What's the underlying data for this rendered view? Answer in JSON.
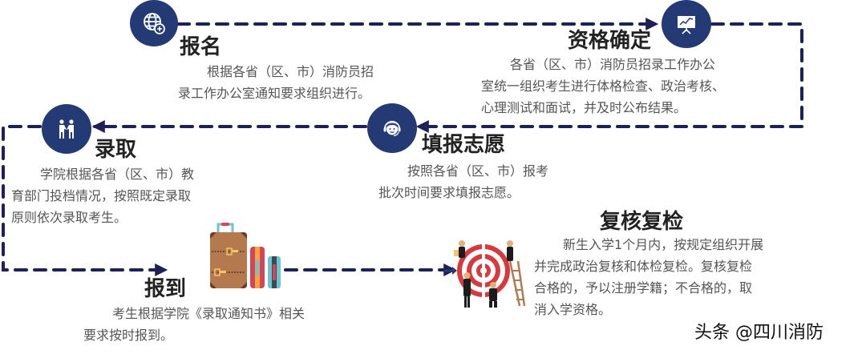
{
  "colors": {
    "navy": "#243a75",
    "dash": "#1f2057",
    "title": "#222222",
    "body_text": "#555555"
  },
  "steps": [
    {
      "id": "registration",
      "title": "报名",
      "icon": "globe-plus-icon",
      "lines": [
        "根据各省（区、市）消防员招",
        "录工作办公室通知要求组织进行。"
      ]
    },
    {
      "id": "qualification",
      "title": "资格确定",
      "icon": "presentation-chart-icon",
      "lines": [
        "各省（区、市）消防员招录工作办公",
        "室统一组织考生进行体格检查、政治考核、",
        "心理测试和面试，并及时公布结果。"
      ]
    },
    {
      "id": "application",
      "title": "填报志愿",
      "icon": "headset-person-icon",
      "lines": [
        "按照各省（区、市）报考",
        "批次时间要求填报志愿。"
      ]
    },
    {
      "id": "admission",
      "title": "录取",
      "icon": "handshake-icon",
      "lines": [
        "学院根据各省（区、市）教",
        "育部门投档情况，按照既定录取",
        "原则依次录取考生。"
      ]
    },
    {
      "id": "report",
      "title": "报到",
      "icon": "luggage-icon",
      "lines": [
        "考生根据学院《录取通知书》相关",
        "要求按时报到。"
      ]
    },
    {
      "id": "recheck",
      "title": "复核复检",
      "icon": "target-team-icon",
      "lines": [
        "新生入学1个月内，按规定组织开展",
        "并完成政治复核和体检复检。复核复检",
        "合格的，予以注册学籍；不合格的，取",
        "消入学资格。"
      ]
    }
  ],
  "watermark": "头条 @四川消防"
}
